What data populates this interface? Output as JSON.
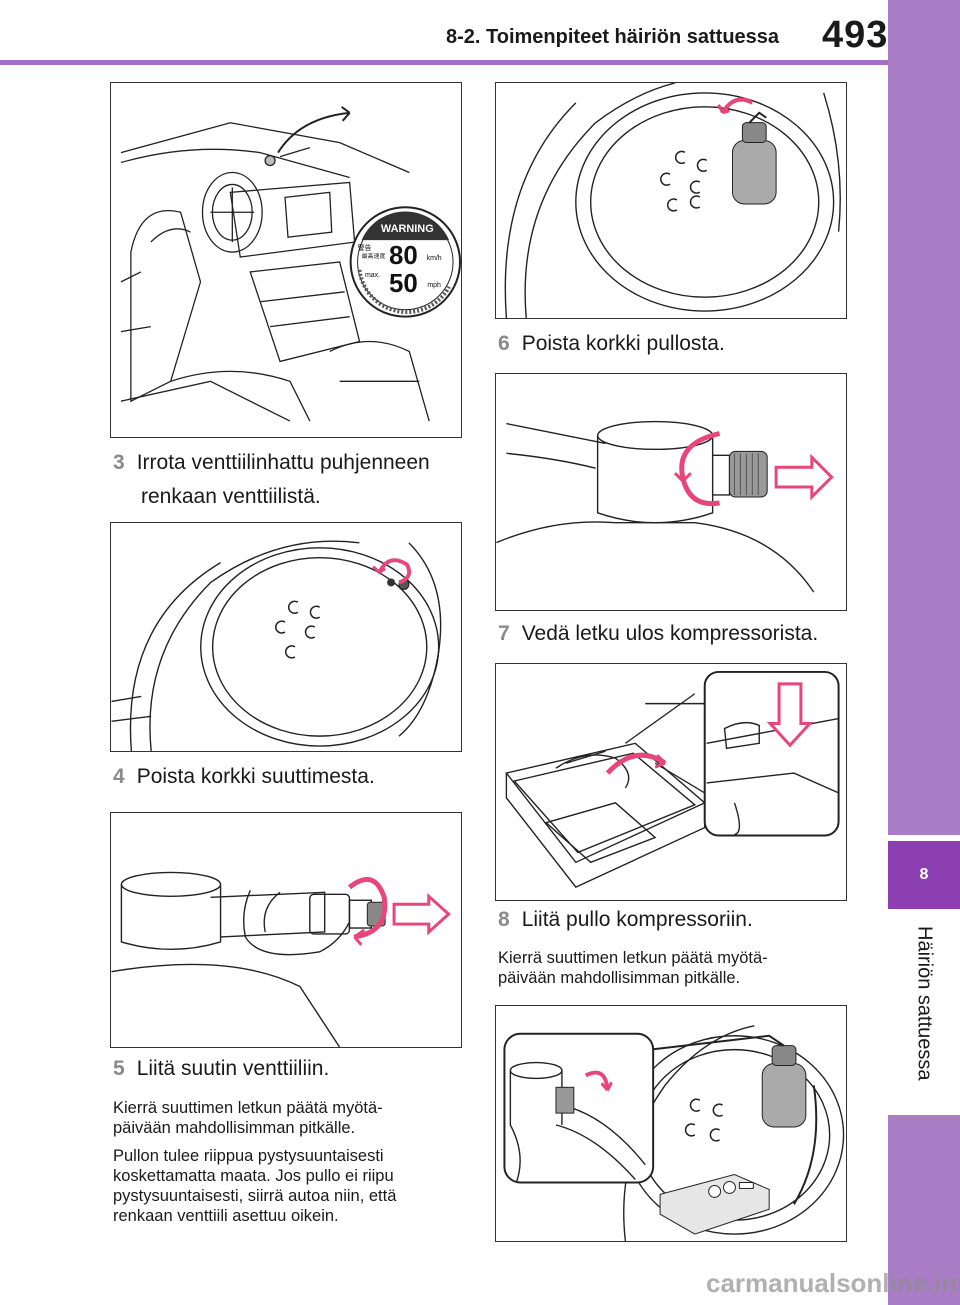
{
  "header": {
    "section_title": "8-2. Toimenpiteet häiriön sattuessa",
    "page_number": "493"
  },
  "side_tab": {
    "chapter_number": "8",
    "chapter_label": "Häiriön sattuessa"
  },
  "figures": {
    "warning_sticker": {
      "title": "WARNING",
      "kanji_left": "警告",
      "speed_kmh": "80",
      "speed_mph": "50",
      "unit_kmh": "km/h",
      "unit_mph": "mph",
      "max_label": "max.",
      "kanji_small": "最高速度"
    }
  },
  "steps": {
    "step3": {
      "number": "3",
      "line1": "Irrota venttiilinhattu puhjenneen",
      "line2": "renkaan venttiilistä."
    },
    "step4": {
      "number": "4",
      "text": "Poista korkki suuttimesta."
    },
    "step5": {
      "number": "5",
      "text": "Liitä suutin venttiiliin."
    },
    "step6": {
      "number": "6",
      "text": "Poista korkki pullosta."
    },
    "step7": {
      "number": "7",
      "text": "Vedä letku ulos kompressorista."
    },
    "step8": {
      "number": "8",
      "text": "Liitä pullo kompressoriin."
    }
  },
  "notes": {
    "step5_note1_l1": "Kierrä suuttimen letkun päätä myötä-",
    "step5_note1_l2": "päivään mahdollisimman pitkälle.",
    "step5_note2_l1": "Pullon tulee riippua pystysuuntaisesti",
    "step5_note2_l2": "koskettamatta maata. Jos pullo ei riipu",
    "step5_note2_l3": "pystysuuntaisesti, siirrä autoa niin, että",
    "step5_note2_l4": "renkaan venttiili asettuu oikein.",
    "step8_note_l1": "Kierrä suuttimen letkun päätä myötä-",
    "step8_note_l2": "päivään mahdollisimman pitkälle."
  },
  "watermark": "carmanualsonline.info",
  "colors": {
    "accent_purple": "#8c3fb0",
    "tab_purple": "#a97cc6",
    "arrow_pink": "#e8457a"
  }
}
